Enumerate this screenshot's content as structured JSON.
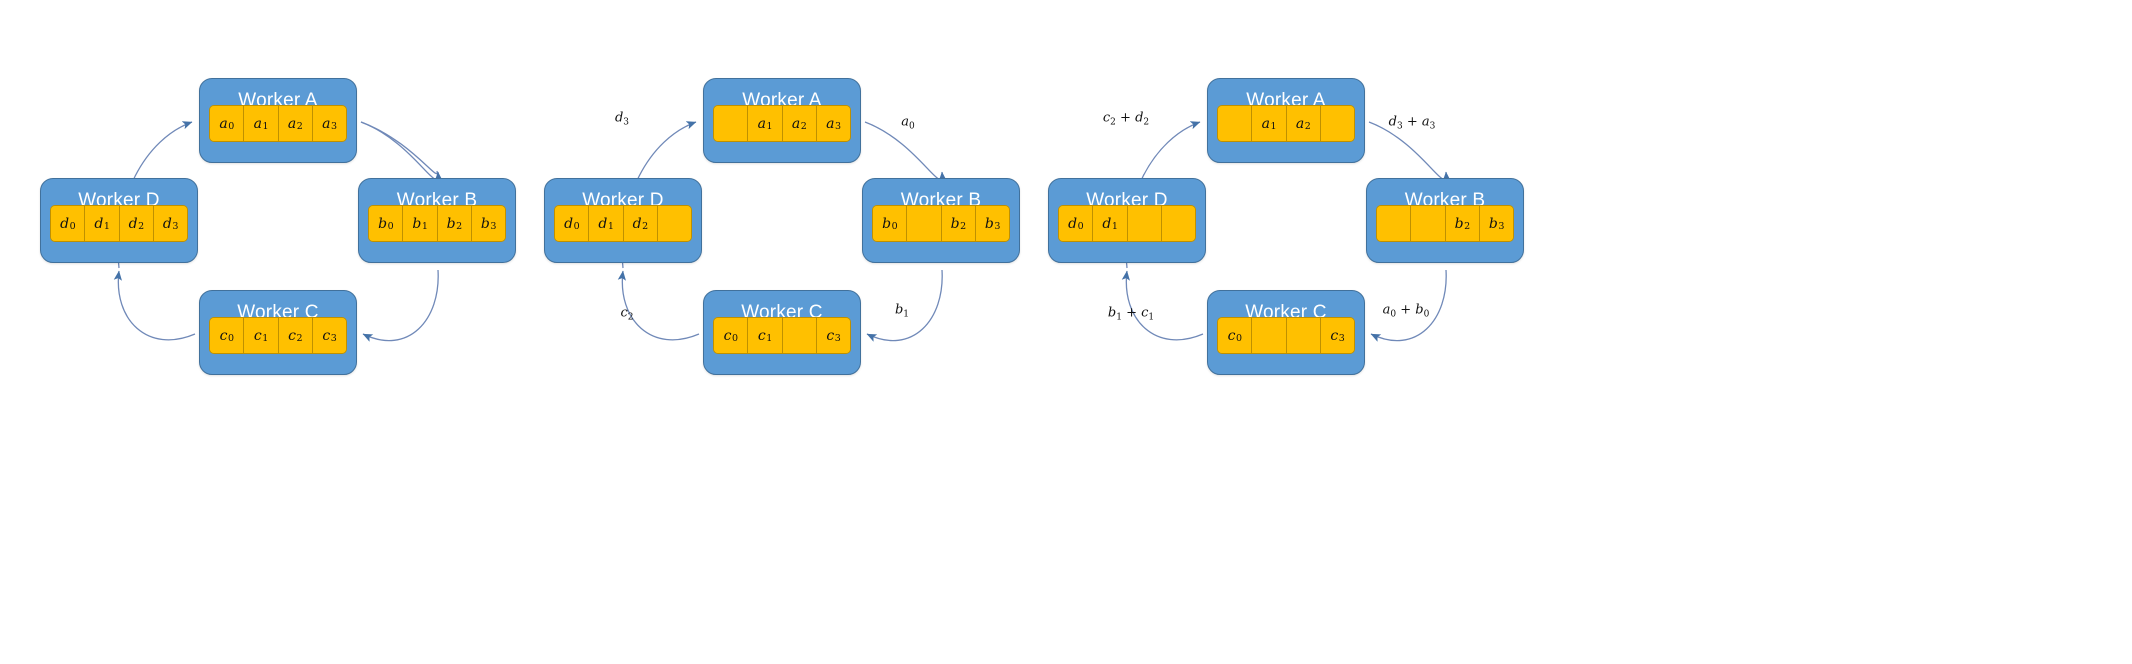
{
  "diagram": {
    "title": "Ring all-reduce data exchange across four workers",
    "colors": {
      "worker_fill": "#5B9BD5",
      "worker_border": "#41719C",
      "cell_fill": "#FFC000",
      "cell_border": "#BF9000",
      "arrow": "#5B7EB5",
      "background": "#FFFFFF",
      "title_text": "#FFFFFF"
    },
    "ring_order": [
      "A",
      "B",
      "C",
      "D"
    ],
    "panels": [
      {
        "id": "panel-1",
        "workers": [
          {
            "id": "A",
            "title": "Worker A",
            "cells": [
              "a0",
              "a1",
              "a2",
              "a3"
            ]
          },
          {
            "id": "B",
            "title": "Worker B",
            "cells": [
              "b0",
              "b1",
              "b2",
              "b3"
            ]
          },
          {
            "id": "C",
            "title": "Worker C",
            "cells": [
              "c0",
              "c1",
              "c2",
              "c3"
            ]
          },
          {
            "id": "D",
            "title": "Worker D",
            "cells": [
              "d0",
              "d1",
              "d2",
              "d3"
            ]
          }
        ],
        "edges": [
          {
            "from": "D",
            "to": "A",
            "label": ""
          },
          {
            "from": "A",
            "to": "B",
            "label": ""
          },
          {
            "from": "B",
            "to": "C",
            "label": ""
          },
          {
            "from": "C",
            "to": "D",
            "label": ""
          }
        ]
      },
      {
        "id": "panel-2",
        "workers": [
          {
            "id": "A",
            "title": "Worker A",
            "cells": [
              "",
              "a1",
              "a2",
              "a3"
            ]
          },
          {
            "id": "B",
            "title": "Worker B",
            "cells": [
              "b0",
              "",
              "b2",
              "b3"
            ]
          },
          {
            "id": "C",
            "title": "Worker C",
            "cells": [
              "c0",
              "c1",
              "",
              "c3"
            ]
          },
          {
            "id": "D",
            "title": "Worker D",
            "cells": [
              "d0",
              "d1",
              "d2",
              ""
            ]
          }
        ],
        "edges": [
          {
            "from": "D",
            "to": "A",
            "label": "d3"
          },
          {
            "from": "A",
            "to": "B",
            "label": "a0"
          },
          {
            "from": "B",
            "to": "C",
            "label": "b1"
          },
          {
            "from": "C",
            "to": "D",
            "label": "c2"
          }
        ]
      },
      {
        "id": "panel-3",
        "workers": [
          {
            "id": "A",
            "title": "Worker A",
            "cells": [
              "",
              "a1",
              "a2",
              ""
            ]
          },
          {
            "id": "B",
            "title": "Worker B",
            "cells": [
              "",
              "",
              "b2",
              "b3"
            ]
          },
          {
            "id": "C",
            "title": "Worker C",
            "cells": [
              "c0",
              "",
              "",
              "c3"
            ]
          },
          {
            "id": "D",
            "title": "Worker D",
            "cells": [
              "d0",
              "d1",
              "",
              ""
            ]
          }
        ],
        "edges": [
          {
            "from": "D",
            "to": "A",
            "label": "c2 + d2"
          },
          {
            "from": "A",
            "to": "B",
            "label": "d3 + a3"
          },
          {
            "from": "B",
            "to": "C",
            "label": "a0 + b0"
          },
          {
            "from": "C",
            "to": "D",
            "label": "b1 + c1"
          }
        ]
      }
    ]
  }
}
